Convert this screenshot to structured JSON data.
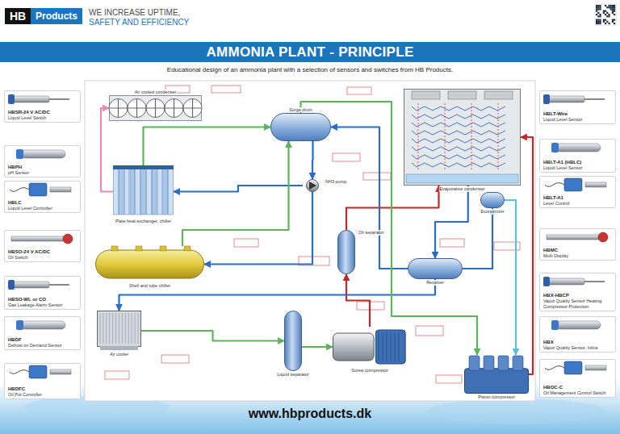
{
  "diagram": {
    "title": "AMMONIA PLANT - PRINCIPLE",
    "caption": "Educational design of an ammonia plant with a selection of sensors and switches from HB Products.",
    "nodes": [
      {
        "text": [
          "HBSR-24 V AC/DC",
          "Liquid Level Switch"
        ]
      },
      {
        "text": [
          "HBPH",
          "pH Sensor"
        ]
      },
      {
        "text": [
          "HBLC",
          "Liquid Level Controller"
        ]
      },
      {
        "text": [
          "HBSO-24 V AC/DC",
          "Oil Switch"
        ]
      },
      {
        "text": [
          "HBSO-WL or CO",
          "Gas Leakage Alarm Sensor"
        ]
      },
      {
        "text": [
          "HBDF",
          "Defrost on Demand Sensor"
        ]
      },
      {
        "text": [
          "HBDFC",
          "Oil Pot Controller"
        ]
      },
      {
        "text": [
          "Air cooled condenser"
        ]
      },
      {
        "text": [
          "Surge drum"
        ]
      },
      {
        "text": [
          "Evaporative condenser"
        ]
      },
      {
        "text": [
          "Plate heat exchanger, chiller"
        ]
      },
      {
        "text": [
          "NH3 pump"
        ]
      },
      {
        "text": [
          "Oil separator"
        ]
      },
      {
        "text": [
          "Economizer"
        ]
      },
      {
        "text": [
          "Receiver"
        ]
      },
      {
        "text": [
          "Shell and tube chiller"
        ]
      },
      {
        "text": [
          "Air cooler"
        ]
      },
      {
        "text": [
          "Liquid separator"
        ]
      },
      {
        "text": [
          "Screw compressor"
        ]
      },
      {
        "text": [
          "Piston compressor"
        ]
      },
      {
        "text": [
          "HBLT-Wire",
          "Liquid Level Sensor"
        ]
      },
      {
        "text": [
          "HBLT-A1 (HBLC)",
          "Liquid Level Sensor"
        ]
      },
      {
        "text": [
          "HBLT-A1",
          "Level Control"
        ]
      },
      {
        "text": [
          "HBMC",
          "Multi Display"
        ]
      },
      {
        "text": [
          "HBX-HBCP",
          "Vapor Quality Sensor Heating Compressor Protection"
        ]
      },
      {
        "text": [
          "HBX",
          "Vapor Quality Sensor, Inline"
        ]
      },
      {
        "text": [
          "HBOC-C",
          "Oil Management Control Switch"
        ]
      }
    ],
    "edges": [
      {
        "from": 18,
        "to": 12,
        "arrow": "to"
      },
      {
        "from": 12,
        "to": 9,
        "arrow": "to"
      },
      {
        "from": 19,
        "to": 9,
        "arrow": "to"
      },
      {
        "from": 9,
        "to": 14,
        "arrow": "to"
      },
      {
        "from": 14,
        "to": 13,
        "arrow": "to"
      },
      {
        "from": 14,
        "to": 8,
        "arrow": "to"
      },
      {
        "from": 8,
        "to": 11,
        "arrow": "to"
      },
      {
        "from": 11,
        "to": 10,
        "arrow": "to"
      },
      {
        "from": 10,
        "to": 8,
        "arrow": "to"
      },
      {
        "from": 11,
        "to": 15,
        "arrow": "to"
      },
      {
        "from": 15,
        "to": 8,
        "arrow": "to"
      },
      {
        "from": 14,
        "to": 16,
        "arrow": "to"
      },
      {
        "from": 16,
        "to": 17,
        "arrow": "to"
      },
      {
        "from": 17,
        "to": 18,
        "arrow": "to"
      },
      {
        "from": 8,
        "to": 19,
        "arrow": "to"
      },
      {
        "from": 10,
        "to": 7,
        "arrow": "to"
      },
      {
        "from": 13,
        "to": 19,
        "arrow": "to"
      }
    ],
    "labels": [
      "HB",
      "Products",
      "WE INCREASE UPTIME,",
      "SAFETY AND EFFICIENCY",
      "www.hbproducts.dk"
    ]
  }
}
